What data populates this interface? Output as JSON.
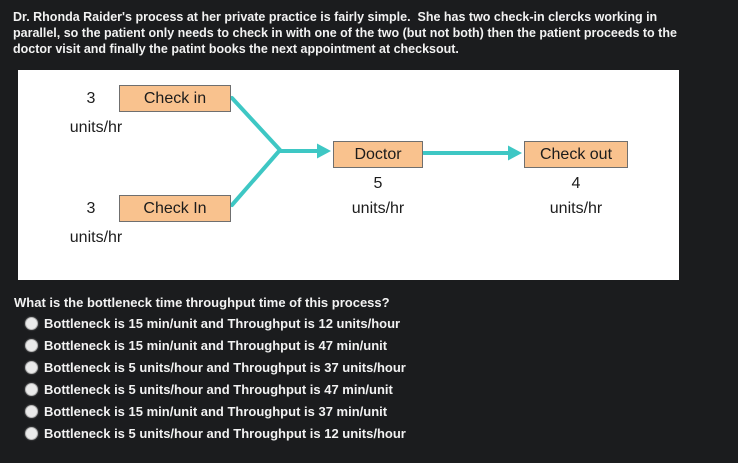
{
  "page": {
    "background_color": "#1b1c1e",
    "text_color": "#f2f2f2"
  },
  "intro": {
    "text": "Dr. Rhonda Raider's process at her private practice is fairly simple.  She has two check-in clercks working in parallel, so the patient only needs to check in with one of the two (but not both) then the patient proceeds to the doctor visit and finally the patint books the next appointment at checksout."
  },
  "diagram": {
    "background_color": "#ffffff",
    "node_fill_color": "#f9c28e",
    "node_border_color": "#6f6f6f",
    "arrow_color": "#3ec7c4",
    "nodes": {
      "checkin_top": {
        "label": "Check in",
        "rate": "3",
        "unit": "units/hr"
      },
      "checkin_bottom": {
        "label": "Check In",
        "rate": "3",
        "unit": "units/hr"
      },
      "doctor": {
        "label": "Doctor",
        "rate": "5",
        "unit": "units/hr"
      },
      "checkout": {
        "label": "Check out",
        "rate": "4",
        "unit": "units/hr"
      }
    },
    "flow": "two parallel check-in steps converge to doctor, then to check out"
  },
  "question": {
    "text": "What is the bottleneck time throughput time of this process?",
    "selected_option": null,
    "options": [
      {
        "label": "Bottleneck is 15 min/unit and Throughput is 12 units/hour",
        "selected": false
      },
      {
        "label": "Bottleneck is 15 min/unit and Throughput is 47 min/unit",
        "selected": false
      },
      {
        "label": "Bottleneck is 5 units/hour and Throughput is 37 units/hour",
        "selected": false
      },
      {
        "label": "Bottleneck is 5 units/hour and Throughput is 47 min/unit",
        "selected": false
      },
      {
        "label": "Bottleneck is 15 min/unit and Throughput is 37 min/unit",
        "selected": false
      },
      {
        "label": "Bottleneck is 5 units/hour and Throughput is 12 units/hour",
        "selected": false
      }
    ]
  }
}
